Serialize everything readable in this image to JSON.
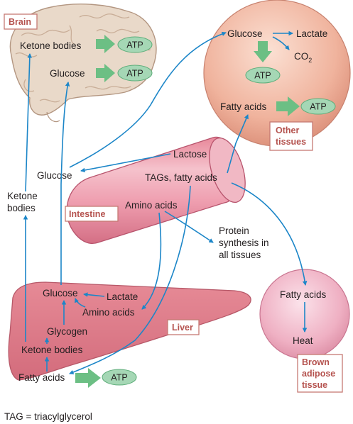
{
  "title_brain": "Brain",
  "title_other": [
    "Other",
    "tissues"
  ],
  "title_intestine": "Intestine",
  "title_liver": "Liver",
  "title_brown": [
    "Brown",
    "adipose",
    "tissue"
  ],
  "brain": {
    "ketone": "Ketone bodies",
    "glucose": "Glucose"
  },
  "other": {
    "glucose": "Glucose",
    "lactate": "Lactate",
    "co2": "CO",
    "co2_sub": "2",
    "fatty": "Fatty acids"
  },
  "intestine": {
    "lactose": "Lactose",
    "tags": "TAGs, fatty acids",
    "amino": "Amino acids"
  },
  "blood": {
    "glucose": "Glucose",
    "ketone": [
      "Ketone",
      "bodies"
    ]
  },
  "protein": [
    "Protein",
    "synthesis in",
    "all tissues"
  ],
  "liver": {
    "glucose": "Glucose",
    "lactate": "Lactate",
    "amino": "Amino acids",
    "glycogen": "Glycogen",
    "ketone": "Ketone bodies",
    "fatty": "Fatty acids"
  },
  "brown": {
    "fatty": "Fatty acids",
    "heat": "Heat"
  },
  "atp": "ATP",
  "footnote": "TAG = triacylglycerol",
  "colors": {
    "flow_arrow": "#1c86c8",
    "energy_arrow": "#6cbf84",
    "atp_oval": "#a5d7b5",
    "label_box_border": "#c57a73",
    "label_box_text": "#b5534f"
  }
}
